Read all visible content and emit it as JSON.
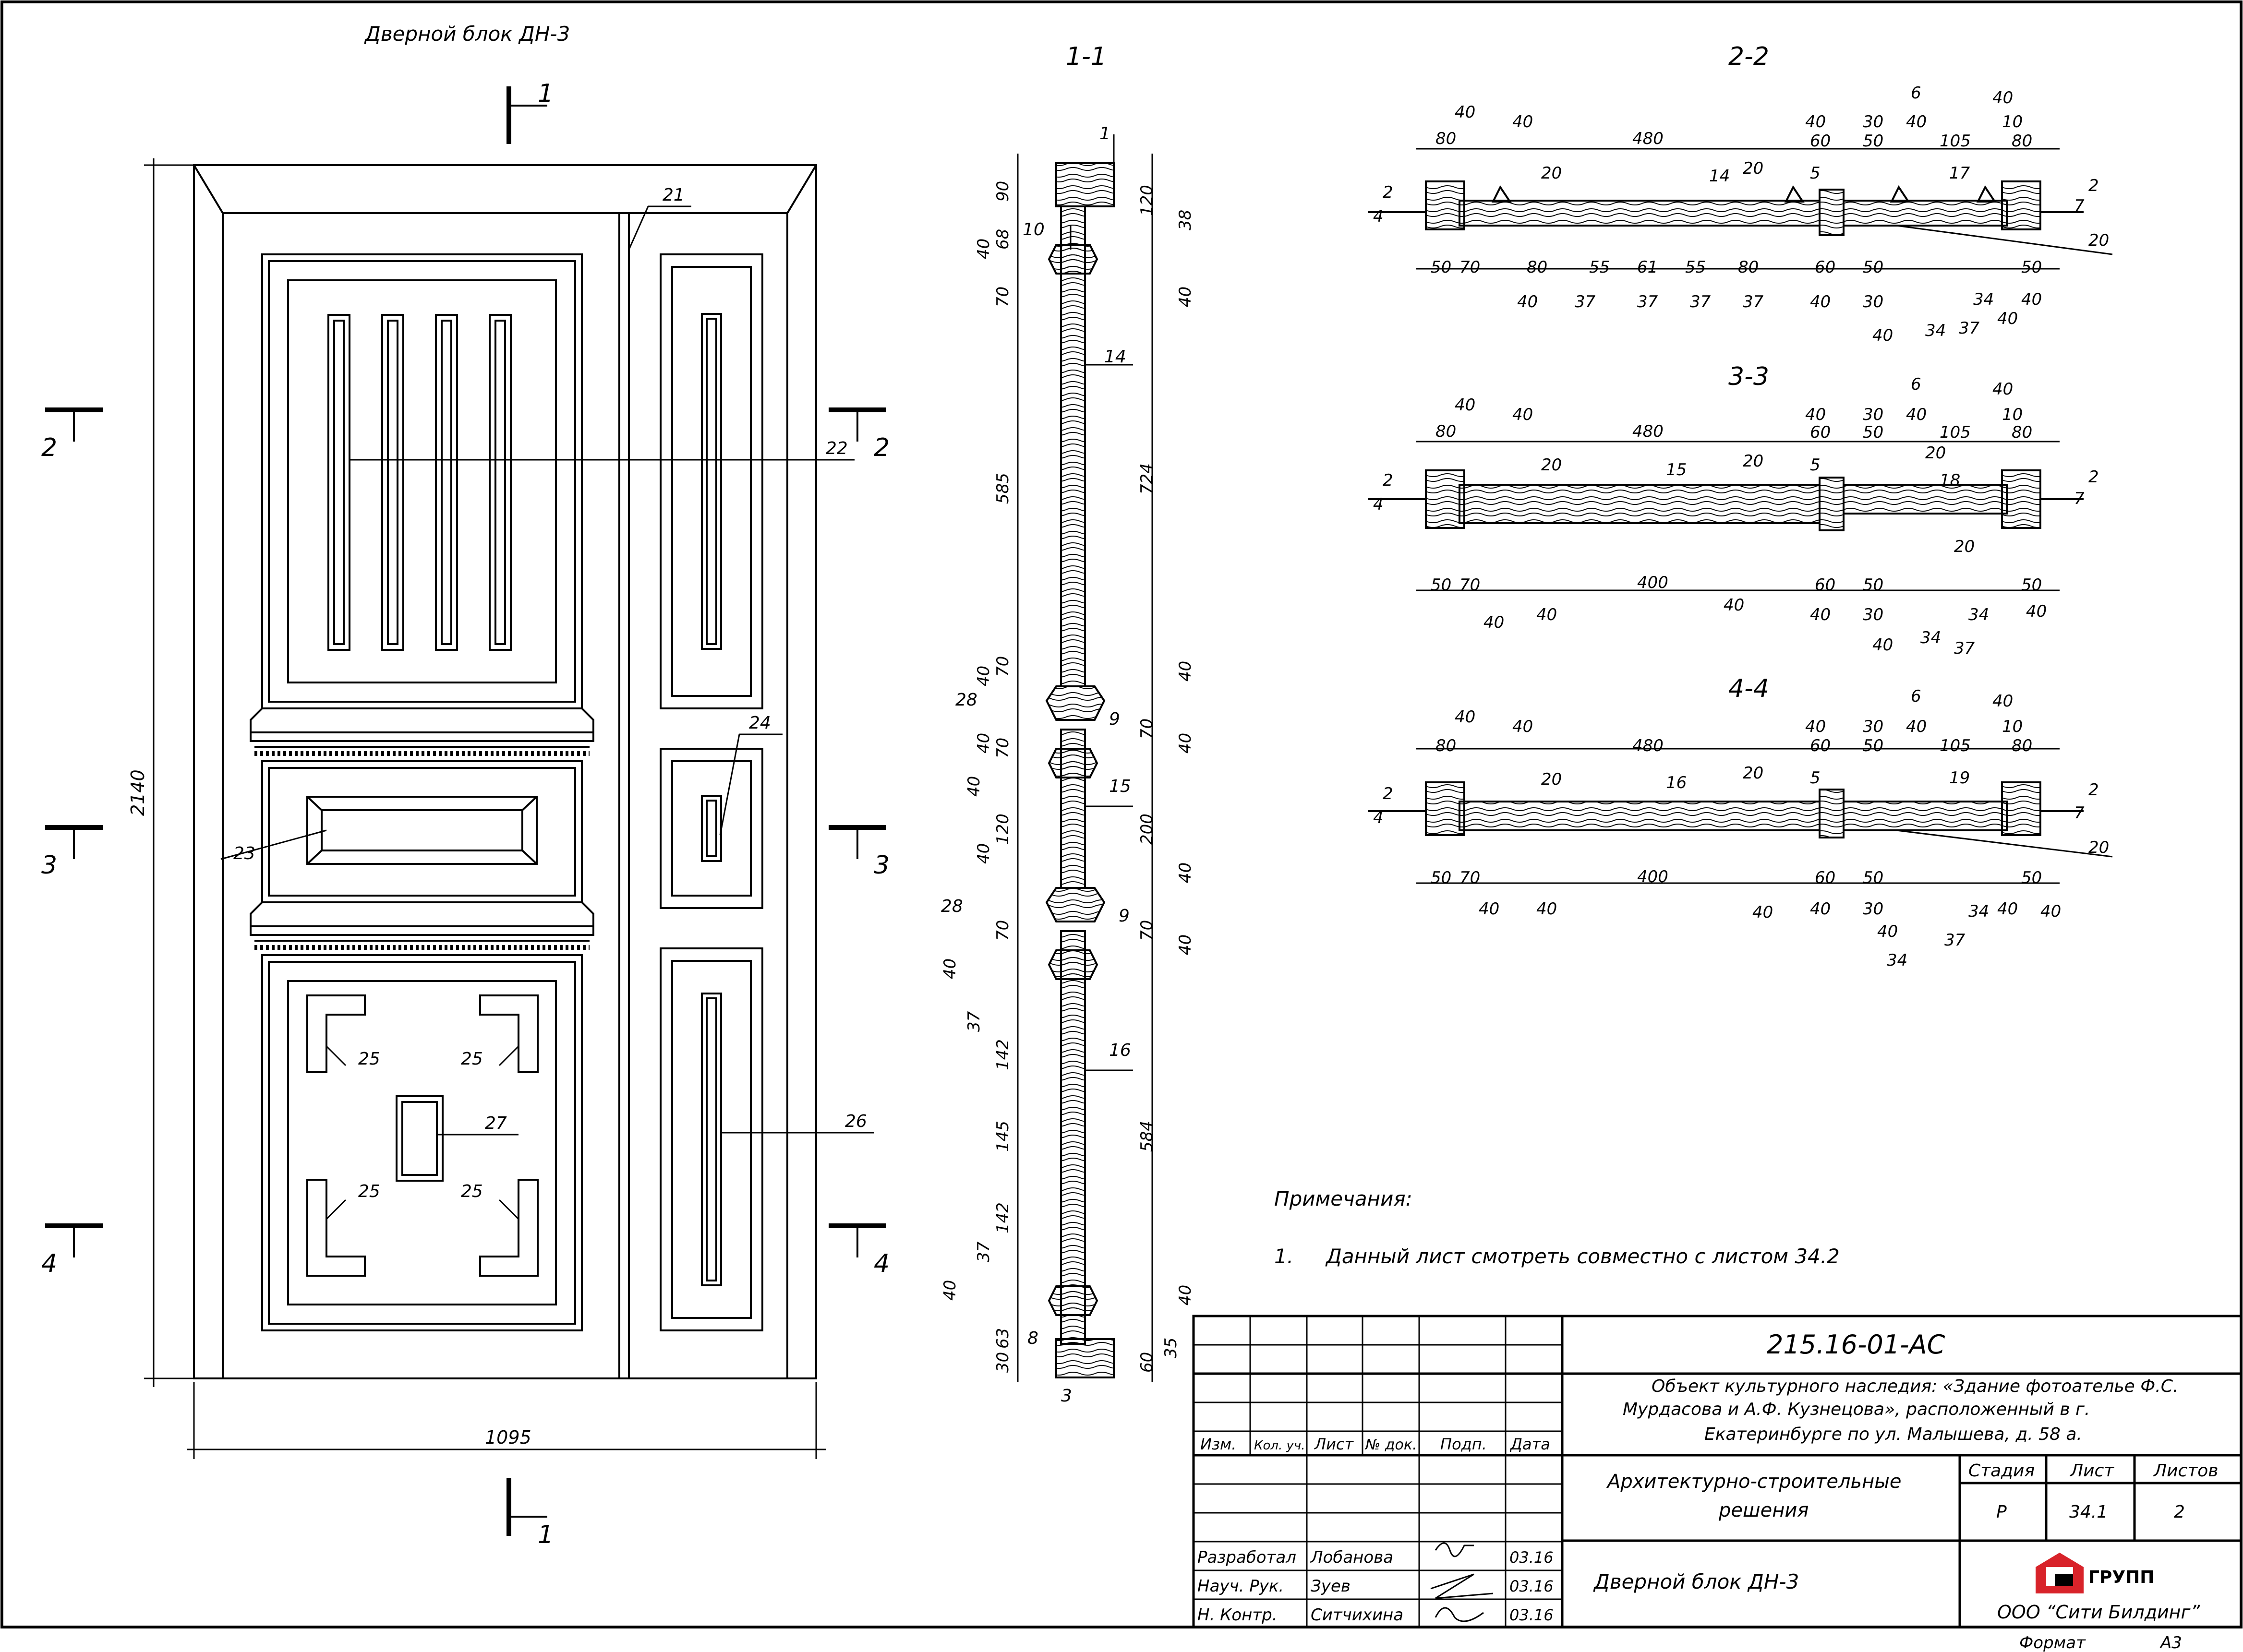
{
  "title_left": "Дверной блок ДН-3",
  "sections": {
    "s11": "1-1",
    "s22": "2-2",
    "s33": "3-3",
    "s44": "4-4"
  },
  "elevation": {
    "cut_marks": [
      "1",
      "1",
      "2",
      "2",
      "3",
      "3",
      "4",
      "4"
    ],
    "height": "2140",
    "width": "1095",
    "callouts": [
      "21",
      "22",
      "23",
      "24",
      "25",
      "25",
      "25",
      "25",
      "26",
      "27"
    ]
  },
  "sec11": {
    "left_dims": [
      "90",
      "40",
      "68",
      "70",
      "585",
      "40",
      "70",
      "40",
      "70",
      "40",
      "120",
      "40",
      "70",
      "40",
      "37",
      "142",
      "145",
      "142",
      "37",
      "40",
      "63",
      "30"
    ],
    "right_dims": [
      "120",
      "38",
      "40",
      "724",
      "40",
      "70",
      "40",
      "200",
      "40",
      "70",
      "40",
      "584",
      "40",
      "35",
      "60"
    ],
    "callouts": [
      "1",
      "10",
      "14",
      "28",
      "9",
      "15",
      "28",
      "9",
      "16",
      "8",
      "3"
    ]
  },
  "sec22": {
    "top_dims": [
      "40",
      "80",
      "40",
      "480",
      "40",
      "60",
      "30",
      "50",
      "40",
      "105",
      "40",
      "10",
      "80"
    ],
    "bottom_row1": [
      "50",
      "70",
      "80",
      "55",
      "61",
      "55",
      "80",
      "60",
      "50",
      "50"
    ],
    "bottom_row2": [
      "40",
      "37",
      "37",
      "37",
      "37",
      "40",
      "30",
      "34",
      "40"
    ],
    "bottom_row3": [
      "40",
      "34",
      "37",
      "40"
    ],
    "callouts": [
      "2",
      "4",
      "20",
      "14",
      "20",
      "5",
      "6",
      "17",
      "2",
      "7",
      "20"
    ]
  },
  "sec33": {
    "top_dims": [
      "40",
      "80",
      "40",
      "480",
      "40",
      "60",
      "30",
      "50",
      "40",
      "105",
      "40",
      "10",
      "80"
    ],
    "bottom_row1": [
      "50",
      "70",
      "400",
      "60",
      "50",
      "50"
    ],
    "bottom_row2": [
      "40",
      "40",
      "40",
      "40",
      "30",
      "34",
      "40"
    ],
    "bottom_row3": [
      "40",
      "34",
      "37"
    ],
    "callouts": [
      "2",
      "4",
      "20",
      "15",
      "20",
      "5",
      "6",
      "20",
      "18",
      "2",
      "7",
      "20"
    ]
  },
  "sec44": {
    "top_dims": [
      "40",
      "80",
      "40",
      "480",
      "40",
      "60",
      "30",
      "50",
      "40",
      "105",
      "40",
      "10",
      "80"
    ],
    "bottom_row1": [
      "50",
      "70",
      "400",
      "60",
      "50",
      "50"
    ],
    "bottom_row2": [
      "40",
      "40",
      "40",
      "40",
      "30",
      "34",
      "40",
      "40"
    ],
    "bottom_row3": [
      "40",
      "37",
      "34"
    ],
    "callouts": [
      "2",
      "4",
      "20",
      "16",
      "20",
      "5",
      "6",
      "19",
      "2",
      "7",
      "20"
    ]
  },
  "notes": {
    "heading": "Примечания:",
    "item_no": "1.",
    "item_text": "Данный лист смотреть совместно с листом 34.2"
  },
  "stamp": {
    "code": "215.16-01-АС",
    "object_line1": "Объект культурного наследия: «Здание фотоателье Ф.С.",
    "object_line2": "Мурдасова и А.Ф. Кузнецова», расположенный в г.",
    "object_line3": "Екатеринбурге по ул. Малышева, д. 58 а.",
    "col_izm": "Изм.",
    "col_kol": "Кол. уч.",
    "col_list": "Лист",
    "col_doc": "№ док.",
    "col_podp": "Подп.",
    "col_date": "Дата",
    "section_line1": "Архитектурно-строительные",
    "section_line2": "решения",
    "h_stage": "Стадия",
    "h_sheet": "Лист",
    "h_sheets": "Листов",
    "v_stage": "Р",
    "v_sheet": "34.1",
    "v_sheets": "2",
    "r1_role": "Разработал",
    "r1_name": "Лобанова",
    "r1_date": "03.16",
    "r2_role": "Науч. Рук.",
    "r2_name": "Зуев",
    "r2_date": "03.16",
    "r3_role": "Н. Контр.",
    "r3_name": "Ситчихина",
    "r3_date": "03.16",
    "sheet_title": "Дверной блок ДН-3",
    "logo_text": "ГРУПП",
    "company": "ООО “Сити Билдинг”",
    "format_label": "Формат",
    "format_value": "А3"
  },
  "colors": {
    "line": "#000000",
    "logo_red": "#d8232a",
    "paper": "#ffffff"
  }
}
